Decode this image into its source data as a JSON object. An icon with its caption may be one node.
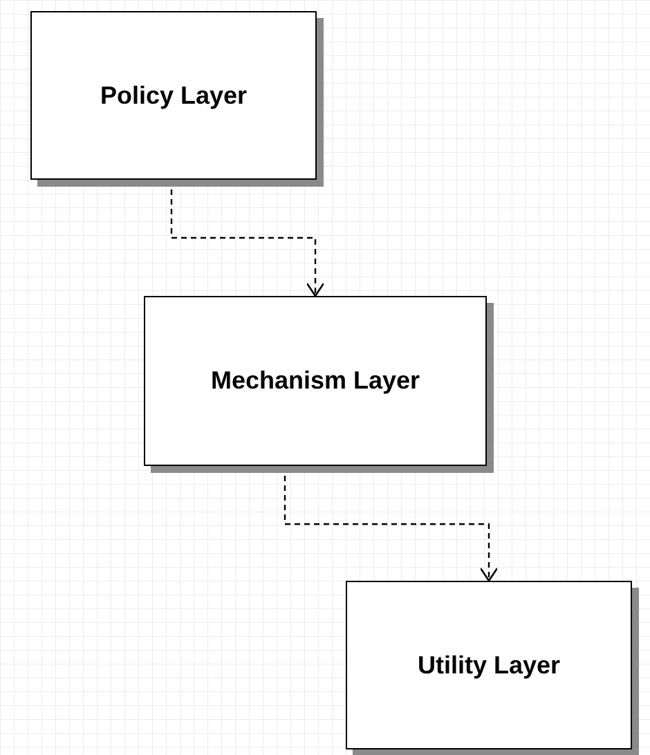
{
  "diagram": {
    "nodes": [
      {
        "text": [
          "Policy Layer"
        ]
      },
      {
        "text": [
          "Mechanism Layer"
        ]
      },
      {
        "text": [
          "Utility Layer"
        ]
      }
    ],
    "edges": [
      {
        "from": 0,
        "to": 1,
        "arrow": "to",
        "style": "dashed"
      },
      {
        "from": 1,
        "to": 2,
        "arrow": "to",
        "style": "dashed"
      }
    ]
  }
}
